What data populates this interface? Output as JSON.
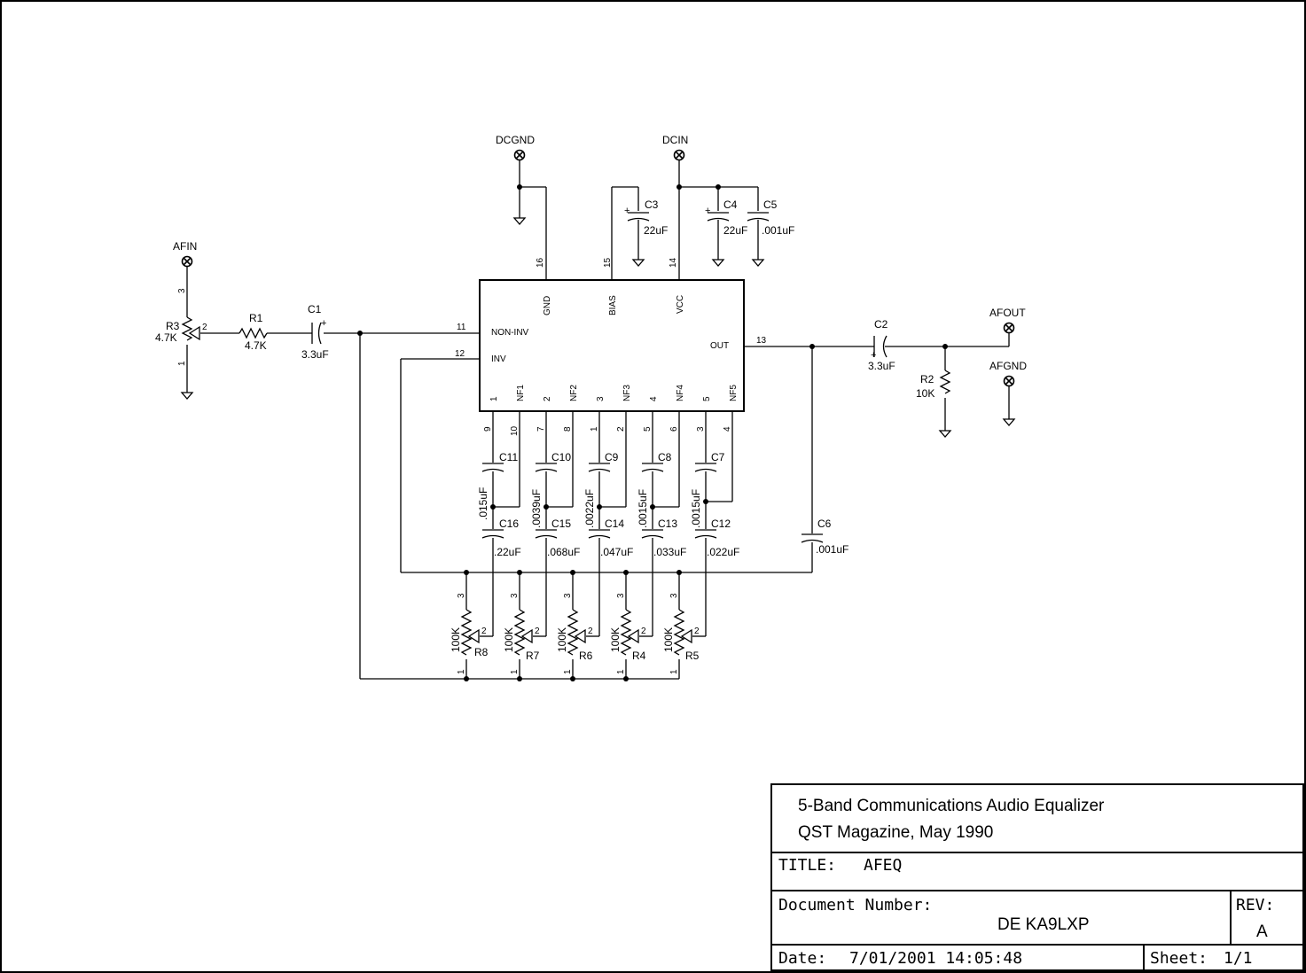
{
  "title_block": {
    "line1": "5-Band Communications Audio Equalizer",
    "line2": "QST Magazine, May 1990",
    "title_label": "TITLE:",
    "title_value": "AFEQ",
    "doc_label": "Document Number:",
    "doc_value": "DE KA9LXP",
    "rev_label": "REV:",
    "rev_value": "A",
    "date_label": "Date:",
    "date_value": "7/01/2001 14:05:48",
    "sheet_label": "Sheet:",
    "sheet_value": "1/1"
  },
  "connectors": {
    "afin": "AFIN",
    "dcgnd": "DCGND",
    "dcin": "DCIN",
    "afout": "AFOUT",
    "afgnd": "AFGND"
  },
  "ic": {
    "pins": {
      "gnd": "GND",
      "bias": "BIAS",
      "vcc": "VCC",
      "noninv": "NON-INV",
      "inv": "INV",
      "out": "OUT",
      "b1": "1",
      "nf1": "NF1",
      "b2": "2",
      "nf2": "NF2",
      "b3": "3",
      "nf3": "NF3",
      "b4": "4",
      "nf4": "NF4",
      "b5": "5",
      "nf5": "NF5"
    },
    "pin_numbers": {
      "p16": "16",
      "p15": "15",
      "p14": "14",
      "p11": "11",
      "p12": "12",
      "p13": "13",
      "p9": "9",
      "p10": "10",
      "p7": "7",
      "p8": "8",
      "p1": "1",
      "p2": "2",
      "p5": "5",
      "p6": "6",
      "p3": "3",
      "p4": "4"
    }
  },
  "parts": {
    "r3": {
      "ref": "R3",
      "value": "4.7K"
    },
    "r1": {
      "ref": "R1",
      "value": "4.7K"
    },
    "c1": {
      "ref": "C1",
      "value": "3.3uF"
    },
    "c3": {
      "ref": "C3",
      "value": "22uF"
    },
    "c4": {
      "ref": "C4",
      "value": "22uF"
    },
    "c5": {
      "ref": "C5",
      "value": ".001uF"
    },
    "c2": {
      "ref": "C2",
      "value": "3.3uF"
    },
    "r2": {
      "ref": "R2",
      "value": "10K"
    },
    "c6": {
      "ref": "C6",
      "value": ".001uF"
    },
    "c11": {
      "ref": "C11",
      "value": ".015uF"
    },
    "c10": {
      "ref": "C10",
      "value": ".0039uF"
    },
    "c9": {
      "ref": "C9",
      "value": ".0022uF"
    },
    "c8": {
      "ref": "C8",
      "value": ".0015uF"
    },
    "c7": {
      "ref": "C7",
      "value": ".0015uF"
    },
    "c16": {
      "ref": "C16",
      "value": ".22uF"
    },
    "c15": {
      "ref": "C15",
      "value": ".068uF"
    },
    "c14": {
      "ref": "C14",
      "value": ".047uF"
    },
    "c13": {
      "ref": "C13",
      "value": ".033uF"
    },
    "c12": {
      "ref": "C12",
      "value": ".022uF"
    },
    "r8": {
      "ref": "R8",
      "value": "100K"
    },
    "r7": {
      "ref": "R7",
      "value": "100K"
    },
    "r6": {
      "ref": "R6",
      "value": "100K"
    },
    "r4": {
      "ref": "R4",
      "value": "100K"
    },
    "r5": {
      "ref": "R5",
      "value": "100K"
    }
  },
  "pot_pins": {
    "one": "1",
    "two": "2",
    "three": "3"
  }
}
